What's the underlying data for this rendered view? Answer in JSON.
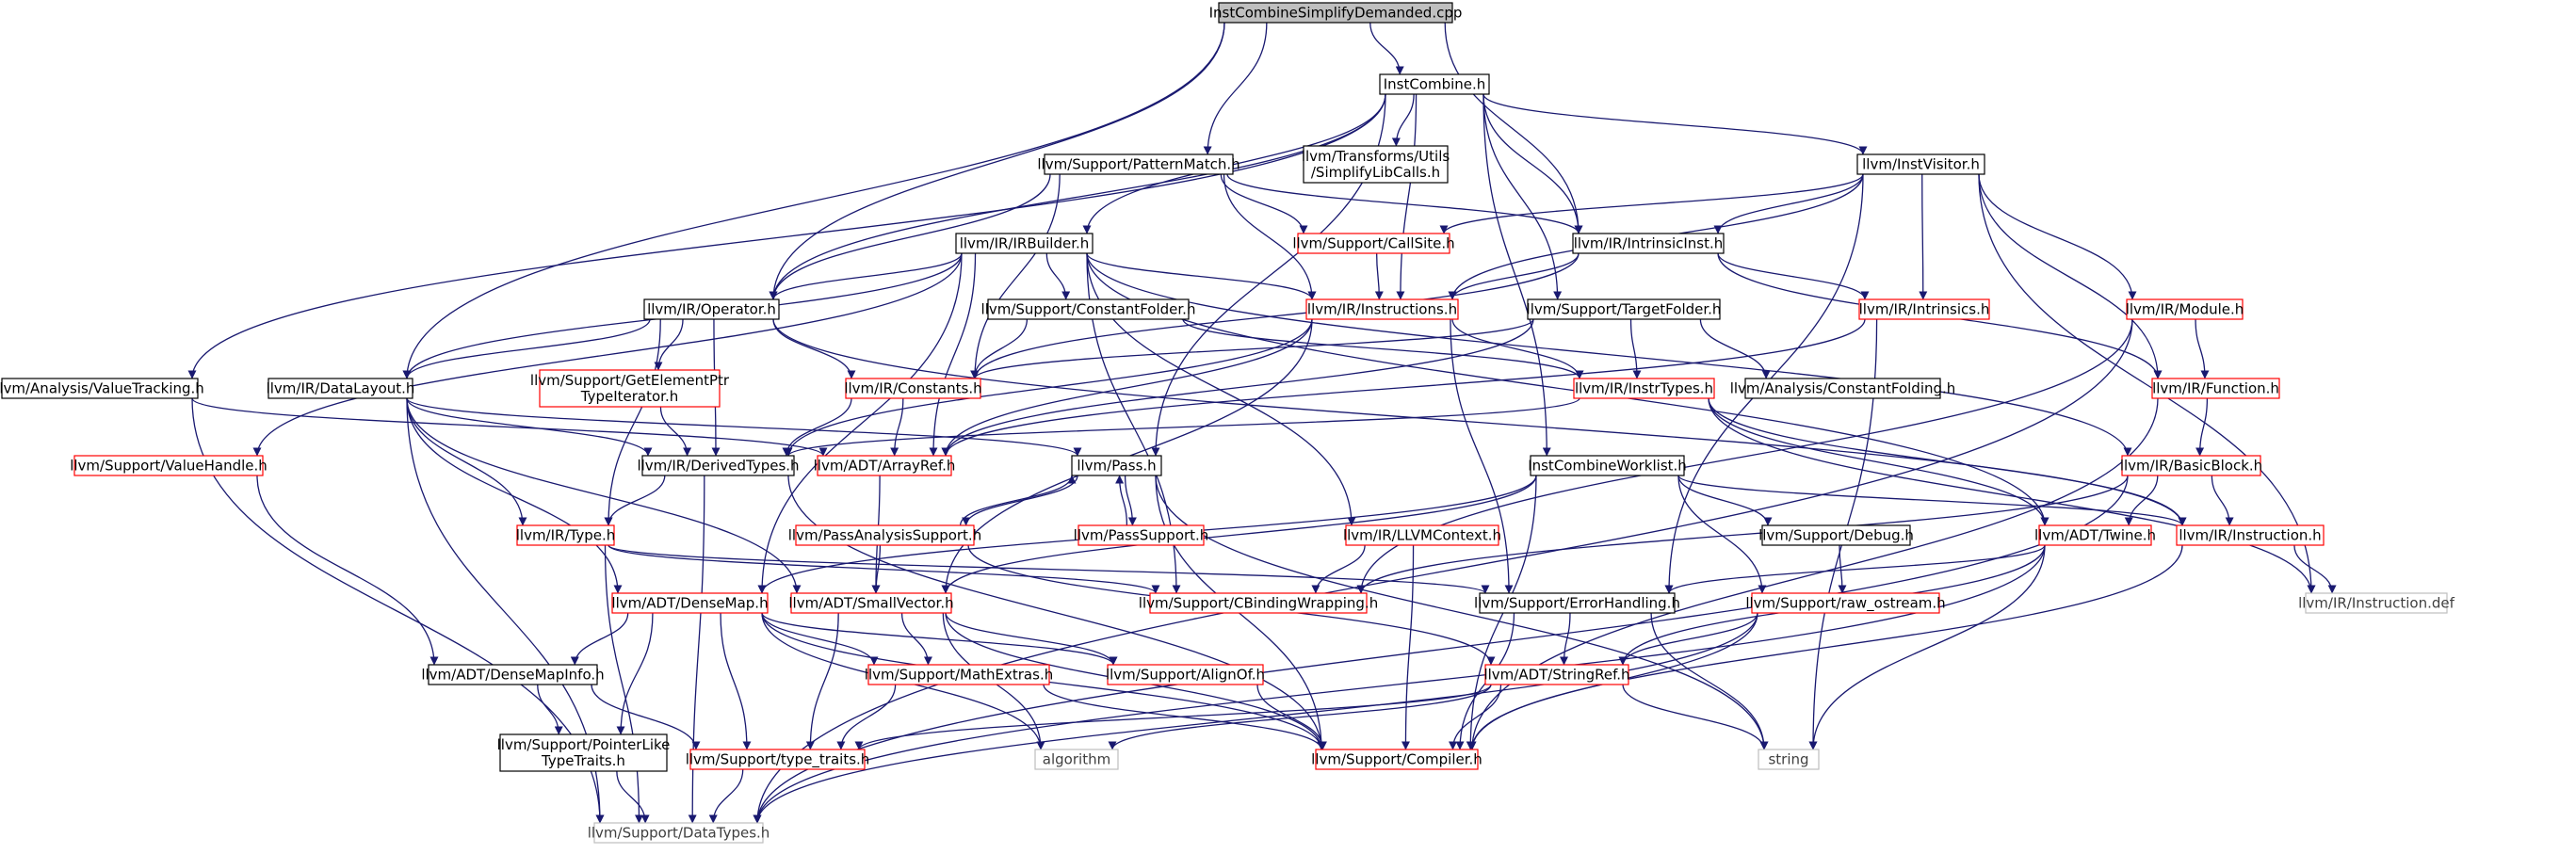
{
  "graph": {
    "title": "InstCombineSimplifyDemanded.cpp",
    "colors": {
      "edge": "#191970",
      "root_fill": "#bfbfbf",
      "normal_border": "#000000",
      "truncated_border": "#ff0000",
      "external_border": "#bfbfbf",
      "external_text": "#404040"
    },
    "nodes": [
      {
        "id": "root",
        "lines": [
          "InstCombineSimplifyDemanded.cpp"
        ],
        "kind": "root"
      },
      {
        "id": "instcombine_h",
        "lines": [
          "InstCombine.h"
        ],
        "kind": "normal"
      },
      {
        "id": "patternmatch",
        "lines": [
          "llvm/Support/PatternMatch.h"
        ],
        "kind": "normal"
      },
      {
        "id": "simplifylibcalls",
        "lines": [
          "llvm/Transforms/Utils",
          "/SimplifyLibCalls.h"
        ],
        "kind": "normal"
      },
      {
        "id": "instvisitor",
        "lines": [
          "llvm/InstVisitor.h"
        ],
        "kind": "normal"
      },
      {
        "id": "irbuilder",
        "lines": [
          "llvm/IR/IRBuilder.h"
        ],
        "kind": "normal"
      },
      {
        "id": "callsite",
        "lines": [
          "llvm/Support/CallSite.h"
        ],
        "kind": "truncated"
      },
      {
        "id": "intrinsicinst",
        "lines": [
          "llvm/IR/IntrinsicInst.h"
        ],
        "kind": "normal"
      },
      {
        "id": "operator",
        "lines": [
          "llvm/IR/Operator.h"
        ],
        "kind": "normal"
      },
      {
        "id": "constantfolder",
        "lines": [
          "llvm/Support/ConstantFolder.h"
        ],
        "kind": "normal"
      },
      {
        "id": "instructions",
        "lines": [
          "llvm/IR/Instructions.h"
        ],
        "kind": "truncated"
      },
      {
        "id": "targetfolder",
        "lines": [
          "llvm/Support/TargetFolder.h"
        ],
        "kind": "normal"
      },
      {
        "id": "intrinsics",
        "lines": [
          "llvm/IR/Intrinsics.h"
        ],
        "kind": "truncated"
      },
      {
        "id": "module",
        "lines": [
          "llvm/IR/Module.h"
        ],
        "kind": "truncated"
      },
      {
        "id": "valuetracking",
        "lines": [
          "llvm/Analysis/ValueTracking.h"
        ],
        "kind": "normal"
      },
      {
        "id": "datalayout",
        "lines": [
          "llvm/IR/DataLayout.h"
        ],
        "kind": "normal"
      },
      {
        "id": "getelementptr",
        "lines": [
          "llvm/Support/GetElementPtr",
          "TypeIterator.h"
        ],
        "kind": "truncated"
      },
      {
        "id": "constants",
        "lines": [
          "llvm/IR/Constants.h"
        ],
        "kind": "truncated"
      },
      {
        "id": "instrtypes",
        "lines": [
          "llvm/IR/InstrTypes.h"
        ],
        "kind": "truncated"
      },
      {
        "id": "constantfolding",
        "lines": [
          "llvm/Analysis/ConstantFolding.h"
        ],
        "kind": "normal"
      },
      {
        "id": "function",
        "lines": [
          "llvm/IR/Function.h"
        ],
        "kind": "truncated"
      },
      {
        "id": "valuehandle",
        "lines": [
          "llvm/Support/ValueHandle.h"
        ],
        "kind": "truncated"
      },
      {
        "id": "derivedtypes",
        "lines": [
          "llvm/IR/DerivedTypes.h"
        ],
        "kind": "normal"
      },
      {
        "id": "arrayref",
        "lines": [
          "llvm/ADT/ArrayRef.h"
        ],
        "kind": "truncated"
      },
      {
        "id": "pass",
        "lines": [
          "llvm/Pass.h"
        ],
        "kind": "normal"
      },
      {
        "id": "worklist",
        "lines": [
          "InstCombineWorklist.h"
        ],
        "kind": "normal"
      },
      {
        "id": "basicblock",
        "lines": [
          "llvm/IR/BasicBlock.h"
        ],
        "kind": "truncated"
      },
      {
        "id": "passanalysis",
        "lines": [
          "llvm/PassAnalysisSupport.h"
        ],
        "kind": "truncated"
      },
      {
        "id": "passsupport",
        "lines": [
          "llvm/PassSupport.h"
        ],
        "kind": "truncated"
      },
      {
        "id": "llvmcontext",
        "lines": [
          "llvm/IR/LLVMContext.h"
        ],
        "kind": "truncated"
      },
      {
        "id": "debug",
        "lines": [
          "llvm/Support/Debug.h"
        ],
        "kind": "normal"
      },
      {
        "id": "twine",
        "lines": [
          "llvm/ADT/Twine.h"
        ],
        "kind": "truncated"
      },
      {
        "id": "instruction",
        "lines": [
          "llvm/IR/Instruction.h"
        ],
        "kind": "truncated"
      },
      {
        "id": "type",
        "lines": [
          "llvm/IR/Type.h"
        ],
        "kind": "truncated"
      },
      {
        "id": "instruction_def",
        "lines": [
          "llvm/IR/Instruction.def"
        ],
        "kind": "external"
      },
      {
        "id": "densemap",
        "lines": [
          "llvm/ADT/DenseMap.h"
        ],
        "kind": "truncated"
      },
      {
        "id": "smallvector",
        "lines": [
          "llvm/ADT/SmallVector.h"
        ],
        "kind": "truncated"
      },
      {
        "id": "cbinding",
        "lines": [
          "llvm/Support/CBindingWrapping.h"
        ],
        "kind": "truncated"
      },
      {
        "id": "errorhandling",
        "lines": [
          "llvm/Support/ErrorHandling.h"
        ],
        "kind": "normal"
      },
      {
        "id": "raw_ostream",
        "lines": [
          "llvm/Support/raw_ostream.h"
        ],
        "kind": "truncated"
      },
      {
        "id": "densemapinfo",
        "lines": [
          "llvm/ADT/DenseMapInfo.h"
        ],
        "kind": "normal"
      },
      {
        "id": "mathextras",
        "lines": [
          "llvm/Support/MathExtras.h"
        ],
        "kind": "truncated"
      },
      {
        "id": "alignof",
        "lines": [
          "llvm/Support/AlignOf.h"
        ],
        "kind": "truncated"
      },
      {
        "id": "stringref",
        "lines": [
          "llvm/ADT/StringRef.h"
        ],
        "kind": "truncated"
      },
      {
        "id": "pointerlike",
        "lines": [
          "llvm/Support/PointerLike",
          "TypeTraits.h"
        ],
        "kind": "normal"
      },
      {
        "id": "type_traits",
        "lines": [
          "llvm/Support/type_traits.h"
        ],
        "kind": "truncated"
      },
      {
        "id": "algorithm",
        "lines": [
          "algorithm"
        ],
        "kind": "external"
      },
      {
        "id": "compiler",
        "lines": [
          "llvm/Support/Compiler.h"
        ],
        "kind": "truncated"
      },
      {
        "id": "string",
        "lines": [
          "string"
        ],
        "kind": "external"
      },
      {
        "id": "datatypes",
        "lines": [
          "llvm/Support/DataTypes.h"
        ],
        "kind": "external"
      }
    ],
    "edges": [
      [
        "root",
        "instcombine_h"
      ],
      [
        "root",
        "patternmatch"
      ],
      [
        "root",
        "intrinsicinst"
      ],
      [
        "root",
        "operator"
      ],
      [
        "root",
        "datalayout"
      ],
      [
        "instcombine_h",
        "simplifylibcalls"
      ],
      [
        "instcombine_h",
        "instvisitor"
      ],
      [
        "instcombine_h",
        "irbuilder"
      ],
      [
        "instcombine_h",
        "intrinsicinst"
      ],
      [
        "instcombine_h",
        "operator"
      ],
      [
        "instcombine_h",
        "valuetracking"
      ],
      [
        "instcombine_h",
        "worklist"
      ],
      [
        "instcombine_h",
        "targetfolder"
      ],
      [
        "instcombine_h",
        "pass"
      ],
      [
        "instcombine_h",
        "instructions"
      ],
      [
        "patternmatch",
        "intrinsicinst"
      ],
      [
        "patternmatch",
        "operator"
      ],
      [
        "patternmatch",
        "callsite"
      ],
      [
        "patternmatch",
        "constants"
      ],
      [
        "patternmatch",
        "instructions"
      ],
      [
        "instvisitor",
        "intrinsicinst"
      ],
      [
        "instvisitor",
        "callsite"
      ],
      [
        "instvisitor",
        "instructions"
      ],
      [
        "instvisitor",
        "intrinsics"
      ],
      [
        "instvisitor",
        "module"
      ],
      [
        "instvisitor",
        "function"
      ],
      [
        "instvisitor",
        "instruction_def"
      ],
      [
        "instvisitor",
        "errorhandling"
      ],
      [
        "irbuilder",
        "operator"
      ],
      [
        "irbuilder",
        "constantfolder"
      ],
      [
        "irbuilder",
        "instructions"
      ],
      [
        "irbuilder",
        "datalayout"
      ],
      [
        "irbuilder",
        "basicblock"
      ],
      [
        "irbuilder",
        "llvmcontext"
      ],
      [
        "irbuilder",
        "arrayref"
      ],
      [
        "irbuilder",
        "cbinding"
      ],
      [
        "irbuilder",
        "valuehandle"
      ],
      [
        "irbuilder",
        "twine"
      ],
      [
        "irbuilder",
        "densemap"
      ],
      [
        "intrinsicinst",
        "instructions"
      ],
      [
        "intrinsicinst",
        "intrinsics"
      ],
      [
        "intrinsicinst",
        "function"
      ],
      [
        "intrinsicinst",
        "constants"
      ],
      [
        "callsite",
        "instructions"
      ],
      [
        "operator",
        "datalayout"
      ],
      [
        "operator",
        "getelementptr"
      ],
      [
        "operator",
        "constants"
      ],
      [
        "operator",
        "derivedtypes"
      ],
      [
        "operator",
        "type"
      ],
      [
        "operator",
        "instruction"
      ],
      [
        "constantfolder",
        "constants"
      ],
      [
        "constantfolder",
        "instrtypes"
      ],
      [
        "instructions",
        "instrtypes"
      ],
      [
        "instructions",
        "derivedtypes"
      ],
      [
        "instructions",
        "arrayref"
      ],
      [
        "instructions",
        "errorhandling"
      ],
      [
        "instructions",
        "smallvector"
      ],
      [
        "targetfolder",
        "constants"
      ],
      [
        "targetfolder",
        "instrtypes"
      ],
      [
        "targetfolder",
        "constantfolding"
      ],
      [
        "targetfolder",
        "arrayref"
      ],
      [
        "intrinsics",
        "arrayref"
      ],
      [
        "intrinsics",
        "string"
      ],
      [
        "module",
        "function"
      ],
      [
        "module",
        "cbinding"
      ],
      [
        "module",
        "datatypes"
      ],
      [
        "valuetracking",
        "arrayref"
      ],
      [
        "valuetracking",
        "datatypes"
      ],
      [
        "datalayout",
        "derivedtypes"
      ],
      [
        "datalayout",
        "type"
      ],
      [
        "datalayout",
        "pass"
      ],
      [
        "datalayout",
        "densemap"
      ],
      [
        "datalayout",
        "smallvector"
      ],
      [
        "datalayout",
        "datatypes"
      ],
      [
        "getelementptr",
        "derivedtypes"
      ],
      [
        "constants",
        "derivedtypes"
      ],
      [
        "constants",
        "arrayref"
      ],
      [
        "instrtypes",
        "instruction"
      ],
      [
        "instrtypes",
        "derivedtypes"
      ],
      [
        "instrtypes",
        "twine"
      ],
      [
        "instrtypes",
        "instruction_def"
      ],
      [
        "function",
        "basicblock"
      ],
      [
        "function",
        "compiler"
      ],
      [
        "valuehandle",
        "densemapinfo"
      ],
      [
        "derivedtypes",
        "type"
      ],
      [
        "derivedtypes",
        "compiler"
      ],
      [
        "derivedtypes",
        "datatypes"
      ],
      [
        "arrayref",
        "smallvector"
      ],
      [
        "pass",
        "passanalysis"
      ],
      [
        "pass",
        "passsupport"
      ],
      [
        "pass",
        "compiler"
      ],
      [
        "pass",
        "string"
      ],
      [
        "worklist",
        "instruction"
      ],
      [
        "worklist",
        "debug"
      ],
      [
        "worklist",
        "raw_ostream"
      ],
      [
        "worklist",
        "densemap"
      ],
      [
        "worklist",
        "smallvector"
      ],
      [
        "worklist",
        "compiler"
      ],
      [
        "basicblock",
        "instruction"
      ],
      [
        "basicblock",
        "twine"
      ],
      [
        "basicblock",
        "cbinding"
      ],
      [
        "basicblock",
        "datatypes"
      ],
      [
        "passanalysis",
        "pass"
      ],
      [
        "passanalysis",
        "smallvector"
      ],
      [
        "passanalysis",
        "stringref"
      ],
      [
        "passsupport",
        "pass"
      ],
      [
        "llvmcontext",
        "cbinding"
      ],
      [
        "llvmcontext",
        "compiler"
      ],
      [
        "debug",
        "raw_ostream"
      ],
      [
        "twine",
        "stringref"
      ],
      [
        "twine",
        "string"
      ],
      [
        "twine",
        "datatypes"
      ],
      [
        "twine",
        "errorhandling"
      ],
      [
        "instruction",
        "instruction_def"
      ],
      [
        "instruction",
        "compiler"
      ],
      [
        "type",
        "cbinding"
      ],
      [
        "type",
        "errorhandling"
      ],
      [
        "type",
        "datatypes"
      ],
      [
        "densemap",
        "densemapinfo"
      ],
      [
        "densemap",
        "pointerlike"
      ],
      [
        "densemap",
        "type_traits"
      ],
      [
        "densemap",
        "mathextras"
      ],
      [
        "densemap",
        "alignof"
      ],
      [
        "densemap",
        "compiler"
      ],
      [
        "densemap",
        "algorithm"
      ],
      [
        "smallvector",
        "mathextras"
      ],
      [
        "smallvector",
        "alignof"
      ],
      [
        "smallvector",
        "type_traits"
      ],
      [
        "smallvector",
        "compiler"
      ],
      [
        "smallvector",
        "algorithm"
      ],
      [
        "errorhandling",
        "stringref"
      ],
      [
        "errorhandling",
        "compiler"
      ],
      [
        "errorhandling",
        "string"
      ],
      [
        "raw_ostream",
        "stringref"
      ],
      [
        "raw_ostream",
        "compiler"
      ],
      [
        "raw_ostream",
        "datatypes"
      ],
      [
        "densemapinfo",
        "pointerlike"
      ],
      [
        "densemapinfo",
        "type_traits"
      ],
      [
        "mathextras",
        "type_traits"
      ],
      [
        "mathextras",
        "compiler"
      ],
      [
        "alignof",
        "compiler"
      ],
      [
        "stringref",
        "type_traits"
      ],
      [
        "stringref",
        "compiler"
      ],
      [
        "stringref",
        "algorithm"
      ],
      [
        "stringref",
        "string"
      ],
      [
        "pointerlike",
        "datatypes"
      ],
      [
        "type_traits",
        "datatypes"
      ]
    ]
  }
}
